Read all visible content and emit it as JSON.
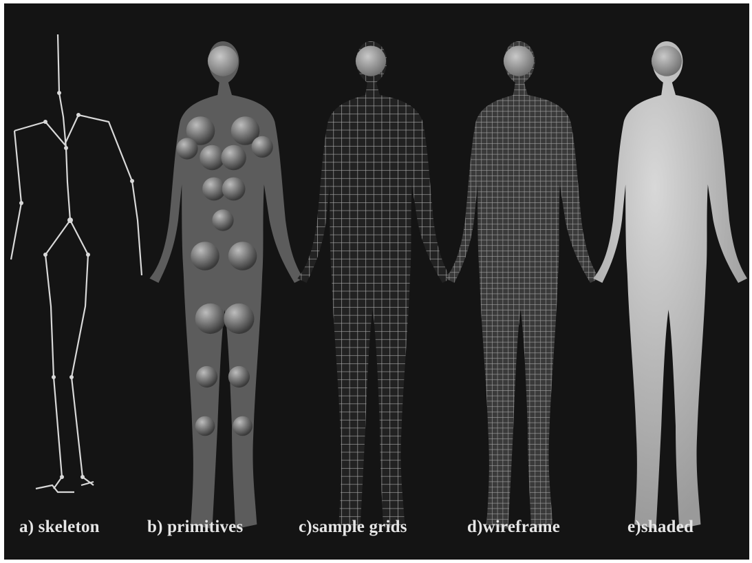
{
  "figure": {
    "background_color": "#141414",
    "panels": [
      {
        "id": "a",
        "caption": "a) skeleton"
      },
      {
        "id": "b",
        "caption": "b) primitives"
      },
      {
        "id": "c",
        "caption": "c)sample grids"
      },
      {
        "id": "d",
        "caption": "d)wireframe"
      },
      {
        "id": "e",
        "caption": "e)shaded"
      }
    ]
  }
}
